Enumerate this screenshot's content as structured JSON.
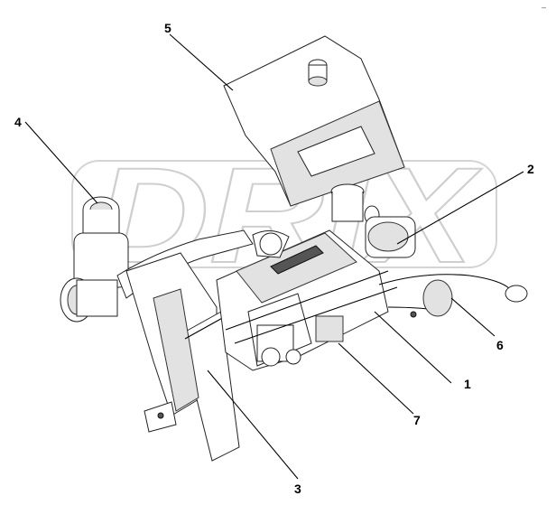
{
  "corner_mark": "–",
  "watermark": {
    "text": "DRIX",
    "logo_name": "watermark-logo"
  },
  "callouts": [
    {
      "id": "1",
      "label": "1"
    },
    {
      "id": "2",
      "label": "2"
    },
    {
      "id": "3",
      "label": "3"
    },
    {
      "id": "4",
      "label": "4"
    },
    {
      "id": "5",
      "label": "5"
    },
    {
      "id": "6",
      "label": "6"
    },
    {
      "id": "7",
      "label": "7"
    }
  ]
}
